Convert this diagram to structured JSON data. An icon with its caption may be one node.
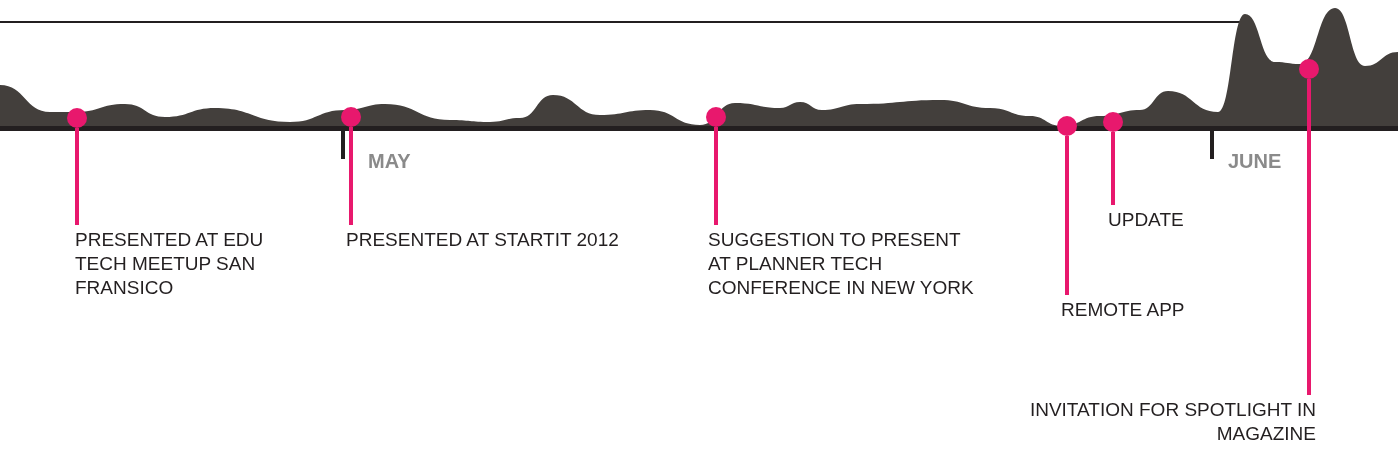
{
  "diagram": {
    "nodes": [
      {
        "text": [],
        "shape": "circle"
      },
      {
        "text": [],
        "shape": "circle"
      },
      {
        "text": [],
        "shape": "circle"
      },
      {
        "text": [],
        "shape": "circle"
      },
      {
        "text": [],
        "shape": "circle"
      },
      {
        "text": [],
        "shape": "circle"
      },
      {
        "text": [
          "PRESENTED AT EDU TECH MEETUP SAN FRANSICO"
        ]
      },
      {
        "text": [
          "PRESENTED AT STARTIT 2012"
        ]
      },
      {
        "text": [
          "SUGGESTION TO PRESENT AT PLANNER TECH CONFERENCE IN NEW YORK"
        ]
      },
      {
        "text": [
          "UPDATE"
        ]
      },
      {
        "text": [
          "REMOTE APP"
        ]
      },
      {
        "text": [
          "INVITATION FOR SPOTLIGHT IN MAGAZINE"
        ]
      }
    ],
    "edges": [
      {
        "from": 6,
        "to": 0,
        "arrow": "none"
      },
      {
        "from": 7,
        "to": 1,
        "arrow": "none"
      },
      {
        "from": 8,
        "to": 2,
        "arrow": "none"
      },
      {
        "from": 9,
        "to": 4,
        "arrow": "none"
      },
      {
        "from": 10,
        "to": 3,
        "arrow": "none"
      },
      {
        "from": 11,
        "to": 5,
        "arrow": "none"
      }
    ],
    "labels": [
      "MAY",
      "JUNE"
    ]
  }
}
